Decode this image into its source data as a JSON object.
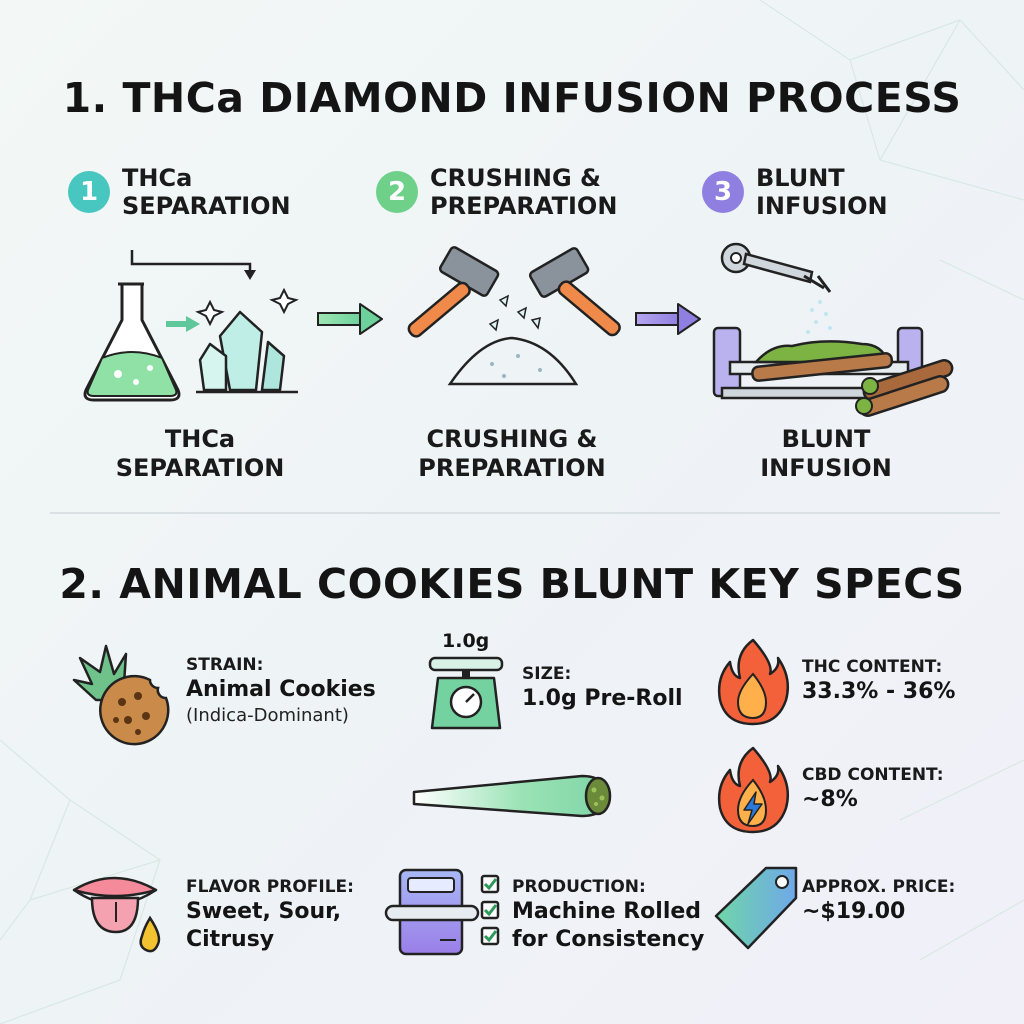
{
  "section1": {
    "title": "1. THCa DIAMOND INFUSION PROCESS",
    "steps": [
      {
        "number": "1",
        "head_line1": "THCa",
        "head_line2": "SEPARATION",
        "caption_line1": "THCa",
        "caption_line2": "SEPARATION",
        "color": "#47c7bf",
        "icon": "flask-crystal-icon"
      },
      {
        "number": "2",
        "head_line1": "CRUSHING &",
        "head_line2": "PREPARATION",
        "caption_line1": "CRUSHING &",
        "caption_line2": "PREPARATION",
        "color": "#6fd08a",
        "icon": "hammers-icon"
      },
      {
        "number": "3",
        "head_line1": "BLUNT",
        "head_line2": "INFUSION",
        "caption_line1": "BLUNT",
        "caption_line2": "INFUSION",
        "color": "#8f7fe0",
        "icon": "machine-blunt-icon"
      }
    ]
  },
  "section2": {
    "title": "2. ANIMAL COOKIES BLUNT KEY SPECS",
    "strain": {
      "label": "STRAIN:",
      "value": "Animal Cookies",
      "sub": "(Indica-Dominant)",
      "icon": "cookie-leaf-icon"
    },
    "size": {
      "label": "SIZE:",
      "value": "1.0g Pre-Roll",
      "scale_reading": "1.0g",
      "icon": "scale-icon"
    },
    "thc": {
      "label": "THC CONTENT:",
      "value": "33.3% - 36%",
      "icon": "flame-icon"
    },
    "cbd": {
      "label": "CBD CONTENT:",
      "value": "~8%",
      "icon": "flame-bolt-icon"
    },
    "flavor": {
      "label": "FLAVOR PROFILE:",
      "value_line1": "Sweet, Sour,",
      "value_line2": "Citrusy",
      "icon": "tongue-drop-icon"
    },
    "production": {
      "label": "PRODUCTION:",
      "value_line1": "Machine Rolled",
      "value_line2": "for Consistency",
      "icon": "rolling-machine-icon"
    },
    "price": {
      "label": "APPROX. PRICE:",
      "value": "~$19.00",
      "icon": "price-tag-icon"
    }
  },
  "colors": {
    "teal": "#47c7bf",
    "green": "#6fd08a",
    "purple": "#8f7fe0",
    "flame_orange": "#f2613a"
  }
}
